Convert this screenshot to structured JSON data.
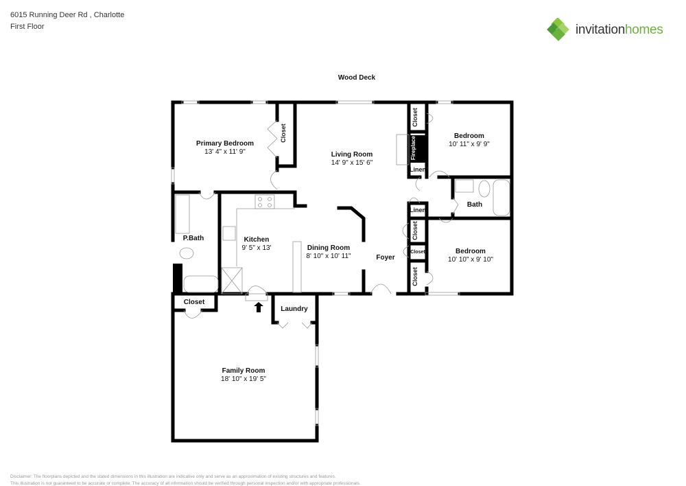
{
  "header": {
    "address": "6015 Running Deer Rd , Charlotte",
    "floor": "First Floor"
  },
  "logo": {
    "icon": "invitation-homes-logo-icon",
    "word1": "invitation",
    "word2": "homes",
    "brand_color": "#6ab23e"
  },
  "outside": {
    "deck": "Wood Deck"
  },
  "rooms": {
    "primary_bedroom": {
      "name": "Primary Bedroom",
      "dims": "13' 4\" x 11' 9\""
    },
    "living_room": {
      "name": "Living Room",
      "dims": "14' 9\" x 15' 6\""
    },
    "bedroom1": {
      "name": "Bedroom",
      "dims": "10' 11\" x 9' 9\""
    },
    "bedroom2": {
      "name": "Bedroom",
      "dims": "10' 10\" x 9' 10\""
    },
    "kitchen": {
      "name": "Kitchen",
      "dims": "9' 5\" x 13'"
    },
    "dining_room": {
      "name": "Dining Room",
      "dims": "8' 10\" x 10' 11\""
    },
    "family_room": {
      "name": "Family Room",
      "dims": "18' 10\" x 19' 5\""
    },
    "pbath": {
      "name": "P.Bath"
    },
    "bath": {
      "name": "Bath"
    },
    "foyer": {
      "name": "Foyer"
    },
    "laundry": {
      "name": "Laundry"
    }
  },
  "small": {
    "closet": "Closet",
    "linen": "Linen",
    "fireplace": "Fireplace"
  },
  "disclaimer": {
    "line1": "Disclaimer: The floorplans depicted and the stated dimensions in this illustration are indicative only and serve as an approximation of existing structures and features.",
    "line2": "This illustration is not guaranteed to be accurate or complete. The accuracy of all information should be verified through personal inspection and/or with appropriate professionals."
  }
}
